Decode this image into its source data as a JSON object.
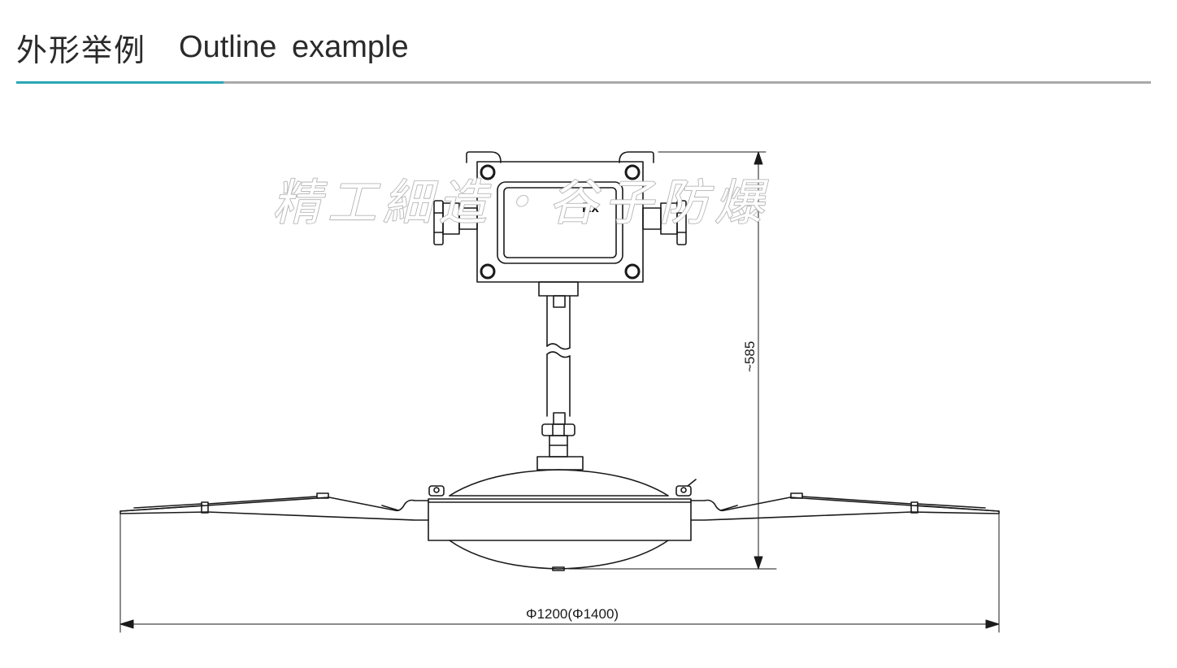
{
  "header": {
    "title_cn": "外形举例",
    "title_en": "Outline example"
  },
  "colors": {
    "accent": "#2aa7b4",
    "rule": "#a9a9a9",
    "line": "#1a1a1a"
  },
  "drawing": {
    "marking": "Ex",
    "height_dimension": "~585",
    "diameter_dimension": "Φ1200(Φ1400)",
    "watermark": "精工細造・谷子防爆"
  }
}
